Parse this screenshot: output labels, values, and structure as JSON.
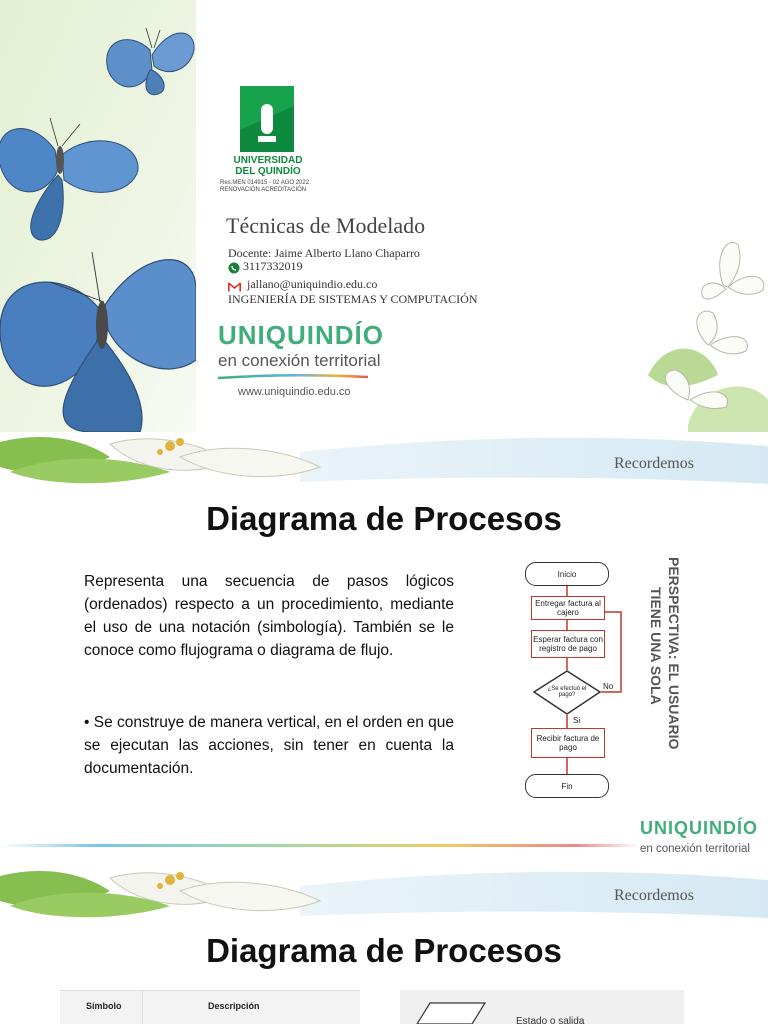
{
  "slide1": {
    "university": {
      "name_line1": "UNIVERSIDAD",
      "name_line2": "DEL QUINDÍO",
      "resolution": "Res.MEN 014915 - 02 AGO 2022",
      "renewal": "RENOVACIÓN ACREDITACIÓN"
    },
    "course_title": "Técnicas de Modelado",
    "teacher": "Docente: Jaime Alberto Llano Chaparro",
    "phone": "3117332019",
    "email": "jallano@uniquindio.edu.co",
    "program": "INGENIERÍA DE SISTEMAS Y COMPUTACIÓN",
    "brand": "UNIQUINDÍO",
    "brand_tagline": "en conexión territorial",
    "website": "www.uniquindio.edu.co",
    "colors": {
      "green": "#0e8a3e",
      "brand_green": "#3fae7a",
      "butterfly_blue": "#4a84c4"
    }
  },
  "slide2": {
    "section_label": "Recordemos",
    "title": "Diagrama de Procesos",
    "paragraph1": "Representa una secuencia de pasos lógicos (ordenados) respecto a un procedimiento, mediante el uso de una notación (simbología). También se le conoce como flujograma o diagrama de flujo.",
    "paragraph2": "• Se construye de manera vertical, en el orden en que se ejecutan las acciones, sin tener en cuenta la documentación.",
    "flowchart": {
      "start": "Inicio",
      "step1": "Entregar factura al cajero",
      "step2": "Esperar factura con registro de pago",
      "decision": "¿Se efectuó el pago?",
      "no_label": "No",
      "yes_label": "Si",
      "step3": "Recibir factura de pago",
      "end": "Fin"
    },
    "side_caption_line1": "TIENE UNA SOLA",
    "side_caption_line2": "PERSPECTIVA: EL USUARIO",
    "brand": "UNIQUINDÍO",
    "brand_tagline": "en conexión territorial"
  },
  "slide3": {
    "section_label": "Recordemos",
    "title": "Diagrama de Procesos",
    "table_headers": [
      "Símbolo",
      "Descripción"
    ],
    "right_panel_text": "Estado o salida"
  }
}
